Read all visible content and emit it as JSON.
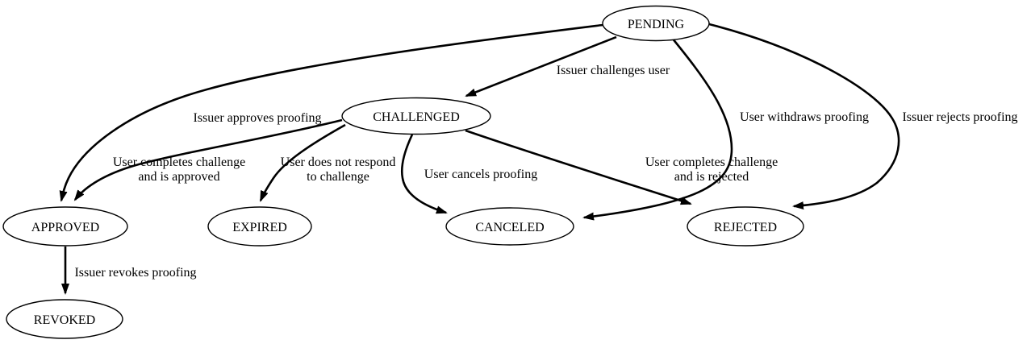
{
  "diagram": {
    "type": "state-transition-graph",
    "colors": {
      "background": "#ffffff",
      "ink": "#000000"
    },
    "nodes": [
      {
        "id": "pending",
        "label": "PENDING"
      },
      {
        "id": "challenged",
        "label": "CHALLENGED"
      },
      {
        "id": "approved",
        "label": "APPROVED"
      },
      {
        "id": "expired",
        "label": "EXPIRED"
      },
      {
        "id": "canceled",
        "label": "CANCELED"
      },
      {
        "id": "rejected",
        "label": "REJECTED"
      },
      {
        "id": "revoked",
        "label": "REVOKED"
      }
    ],
    "edges": [
      {
        "from": "pending",
        "to": "challenged",
        "label": [
          "Issuer challenges user"
        ]
      },
      {
        "from": "pending",
        "to": "approved",
        "label": [
          "Issuer approves proofing"
        ]
      },
      {
        "from": "pending",
        "to": "canceled",
        "label": [
          "User withdraws proofing"
        ]
      },
      {
        "from": "pending",
        "to": "rejected",
        "label": [
          "Issuer rejects proofing"
        ]
      },
      {
        "from": "challenged",
        "to": "approved",
        "label": [
          "User completes challenge",
          "and is approved"
        ]
      },
      {
        "from": "challenged",
        "to": "expired",
        "label": [
          "User does not respond",
          "to challenge"
        ]
      },
      {
        "from": "challenged",
        "to": "canceled",
        "label": [
          "User cancels proofing"
        ]
      },
      {
        "from": "challenged",
        "to": "rejected",
        "label": [
          "User completes challenge",
          "and is rejected"
        ]
      },
      {
        "from": "approved",
        "to": "revoked",
        "label": [
          "Issuer revokes proofing"
        ]
      }
    ]
  }
}
